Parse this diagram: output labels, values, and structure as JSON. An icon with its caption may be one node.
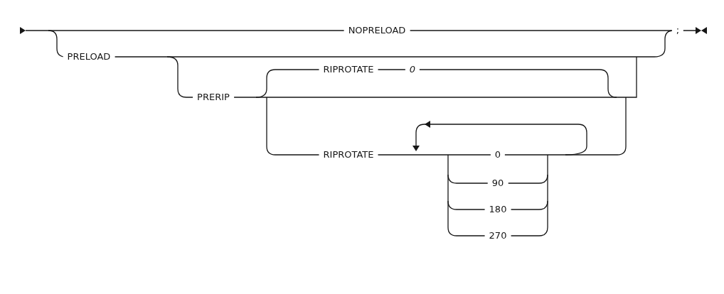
{
  "diagram": {
    "labels": [
      "NOPRELOAD",
      ";",
      "PRELOAD",
      "PRERIP",
      "RIPROTATE",
      "0",
      "RIPROTATE",
      "0",
      "90",
      "180",
      "270"
    ]
  }
}
